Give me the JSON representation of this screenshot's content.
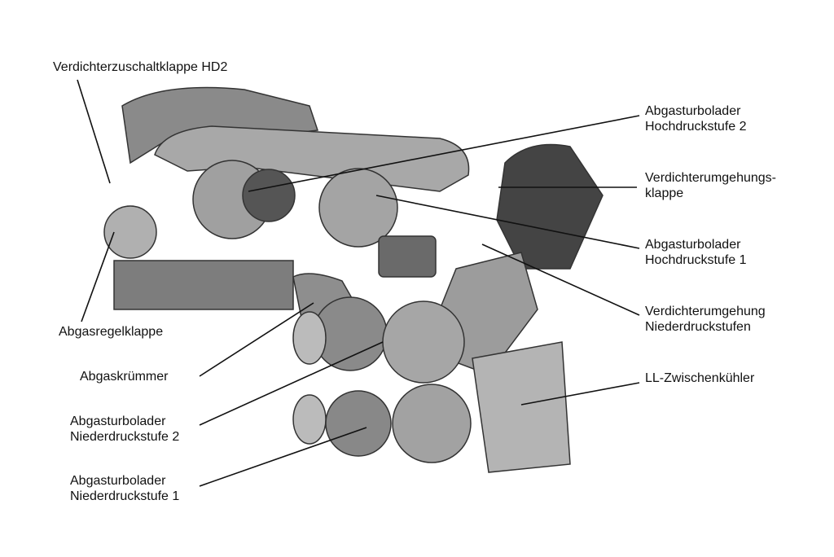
{
  "labels": {
    "hd2_flap": "Verdichterzuschaltklappe HD2",
    "hp2_line1": "Abgasturbolader",
    "hp2_line2": "Hochdruckstufe 2",
    "bypass_flap_line1": "Verdichterumgehungs-",
    "bypass_flap_line2": "klappe",
    "hp1_line1": "Abgasturbolader",
    "hp1_line2": "Hochdruckstufe 1",
    "lp_bypass_line1": "Verdichterumgehung",
    "lp_bypass_line2": "Niederdruckstufen",
    "intercooler": "LL-Zwischenkühler",
    "exhaust_flap": "Abgasregelklappe",
    "manifold": "Abgaskrümmer",
    "lp2_line1": "Abgasturbolader",
    "lp2_line2": "Niederdruckstufe 2",
    "lp1_line1": "Abgasturbolader",
    "lp1_line2": "Niederdruckstufe 1"
  }
}
